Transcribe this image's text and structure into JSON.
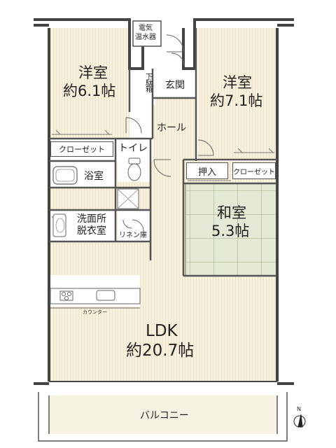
{
  "rooms": {
    "western_room_1": {
      "name": "洋室",
      "size": "約6.1帖"
    },
    "western_room_2": {
      "name": "洋室",
      "size": "約7.1帖"
    },
    "japanese_room": {
      "name": "和室",
      "size": "5.3帖"
    },
    "ldk": {
      "name": "LDK",
      "size": "約20.7帖"
    },
    "entrance": "玄関",
    "hall": "ホール",
    "toilet": "トイレ",
    "bathroom": "浴室",
    "washroom": {
      "line1": "洗面所",
      "line2": "脱衣室"
    },
    "linen": "リネン庫",
    "closet_1": "クローゼット",
    "closet_2": "クローゼット",
    "oshiire": "押入",
    "shoe_box": "下駄箱",
    "water_heater": {
      "line1": "電気",
      "line2": "温水器"
    },
    "counter": "カウンター",
    "balcony": "バルコニー"
  },
  "compass": "N",
  "colors": {
    "floor_wood": "#f7f0dd",
    "floor_lines": "#e6dcc0",
    "tatami": "#dfe8d0",
    "wall": "#444444",
    "fixture": "#666666"
  }
}
